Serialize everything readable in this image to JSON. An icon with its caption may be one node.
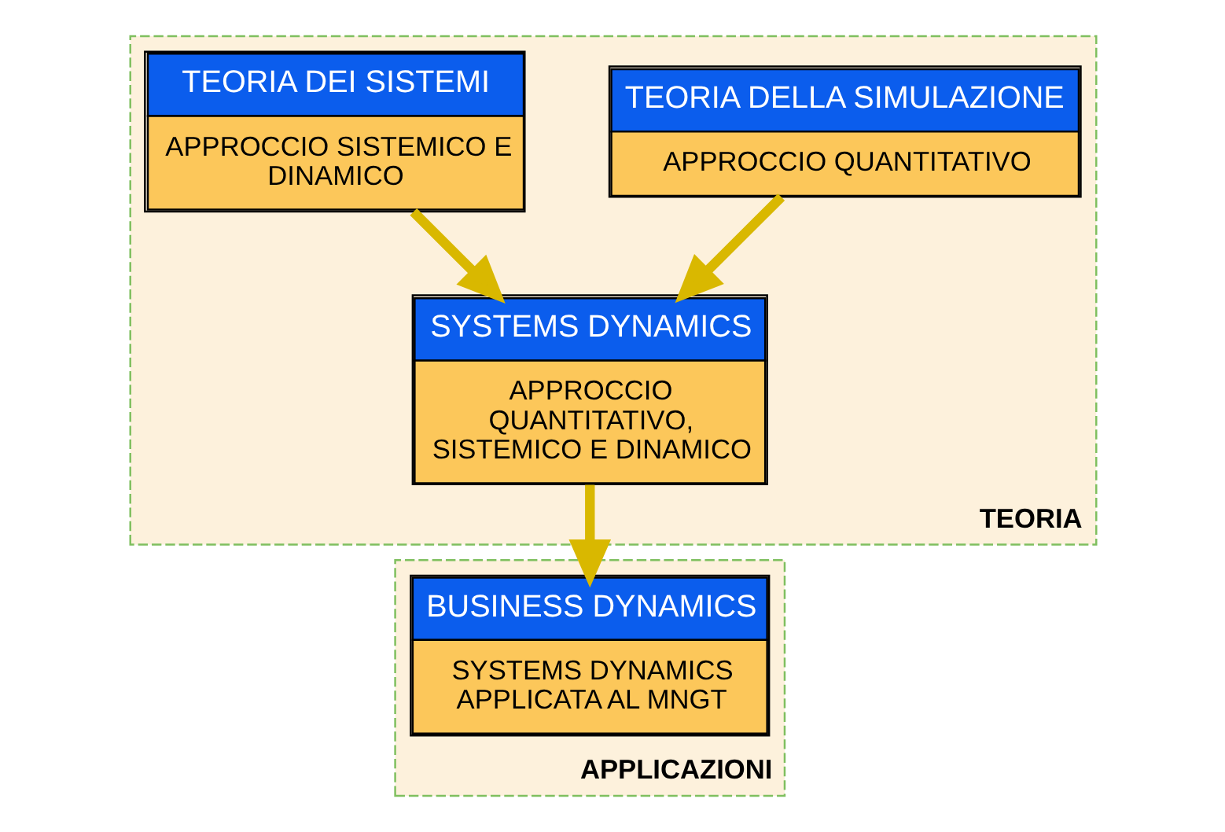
{
  "diagram": {
    "nodes": [
      {
        "text": [
          "TEORIA"
        ]
      },
      {
        "text": [
          "TEORIA DEI SISTEMI",
          "APPROCCIO SISTEMICO E DINAMICO"
        ],
        "in": 0
      },
      {
        "text": [
          "TEORIA DELLA SIMULAZIONE",
          "APPROCCIO QUANTITATIVO"
        ],
        "in": 0
      },
      {
        "text": [
          "SYSTEMS DYNAMICS",
          "APPROCCIO QUANTITATIVO, SISTEMICO E DINAMICO"
        ],
        "in": 0
      },
      {
        "text": [
          "APPLICAZIONI"
        ]
      },
      {
        "text": [
          "BUSINESS DYNAMICS",
          "SYSTEMS DYNAMICS APPLICATA AL MNGT"
        ],
        "in": 4
      }
    ],
    "edges": [
      {
        "from": 1,
        "to": 3,
        "arrow": "to"
      },
      {
        "from": 2,
        "to": 3,
        "arrow": "to"
      },
      {
        "from": 3,
        "to": 5,
        "arrow": "to"
      }
    ]
  }
}
